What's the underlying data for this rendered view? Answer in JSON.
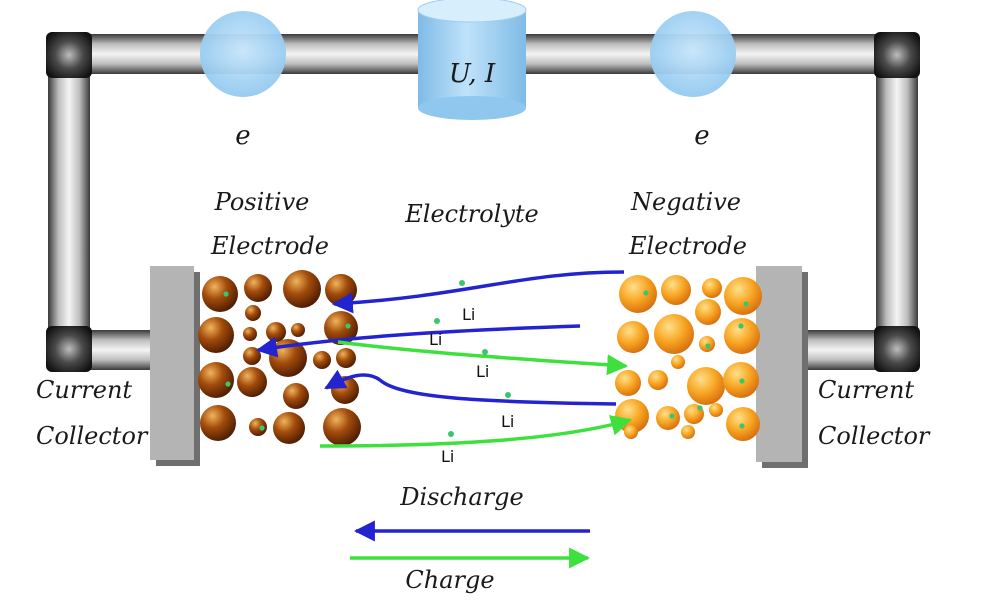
{
  "labels": {
    "meter": "U, I",
    "electron_left": "e",
    "electron_right": "e",
    "positive_line1": "Positive",
    "positive_line2": "Electrode",
    "negative_line1": "Negative",
    "negative_line2": "Electrode",
    "electrolyte": "Electrolyte",
    "collector_left_line1": "Current",
    "collector_left_line2": "Collector",
    "collector_right_line1": "Current",
    "collector_right_line2": "Collector",
    "discharge": "Discharge",
    "charge": "Charge",
    "ion": "Li"
  },
  "colors": {
    "discharge_arrow": "#2323d0",
    "charge_arrow": "#3de03d",
    "positive_particle": "#8a3a06",
    "negative_particle": "#f6a21e",
    "ion_dot": "#3cc56a",
    "collector": "#b4b4b4",
    "wire": "#8c8c8c",
    "meter": "#a9d6f5"
  }
}
